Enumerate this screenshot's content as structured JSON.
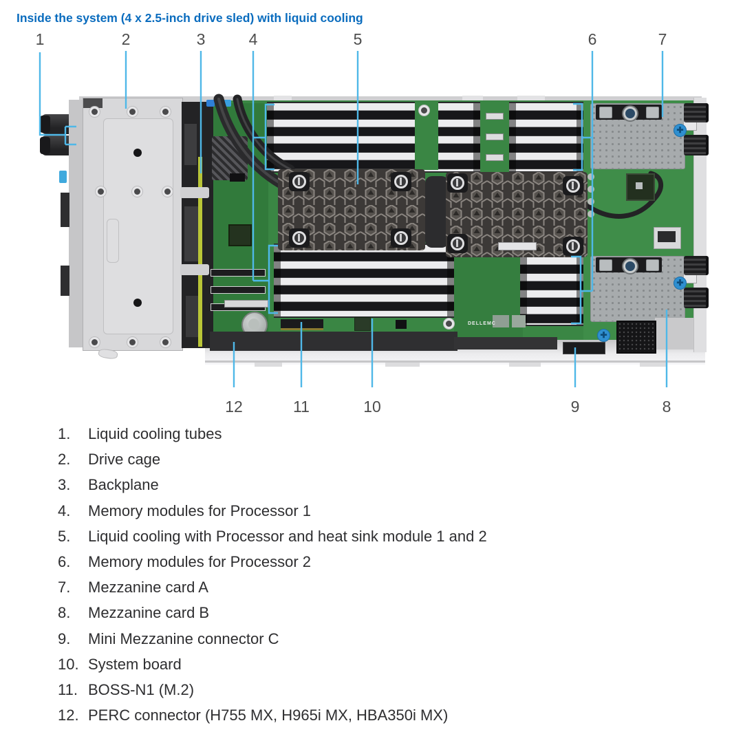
{
  "title": "Inside the system (4 x 2.5-inch drive sled) with liquid cooling",
  "callouts": {
    "top": [
      "1",
      "2",
      "3",
      "4",
      "5",
      "6",
      "7"
    ],
    "bottom": [
      "12",
      "11",
      "10",
      "9",
      "8"
    ]
  },
  "legend": [
    {
      "num": "1.",
      "text": "Liquid cooling tubes"
    },
    {
      "num": "2.",
      "text": "Drive cage"
    },
    {
      "num": "3.",
      "text": "Backplane"
    },
    {
      "num": "4.",
      "text": "Memory modules for Processor 1"
    },
    {
      "num": "5.",
      "text": "Liquid cooling with Processor and heat sink module 1 and 2"
    },
    {
      "num": "6.",
      "text": "Memory modules for Processor 2"
    },
    {
      "num": "7.",
      "text": "Mezzanine card A"
    },
    {
      "num": "8.",
      "text": "Mezzanine card B"
    },
    {
      "num": "9.",
      "text": "Mini Mezzanine connector C"
    },
    {
      "num": "10.",
      "text": "System board"
    },
    {
      "num": "11.",
      "text": "BOSS-N1 (M.2)"
    },
    {
      "num": "12.",
      "text": "PERC connector (H755 MX, H965i MX, HBA350i MX)"
    }
  ],
  "board_print": "DELLEMC",
  "colors": {
    "title_blue": "#0a6cbe",
    "leader_blue": "#4fb8e8",
    "callout_gray": "#4d4d4d",
    "pcb_green": "#3a8644",
    "backplane_yellow": "#b9c537",
    "heatsink_dark": "#3c3937",
    "mezz_heatsink_gray": "#a7abad",
    "chassis_gray": "#d8d8da"
  }
}
